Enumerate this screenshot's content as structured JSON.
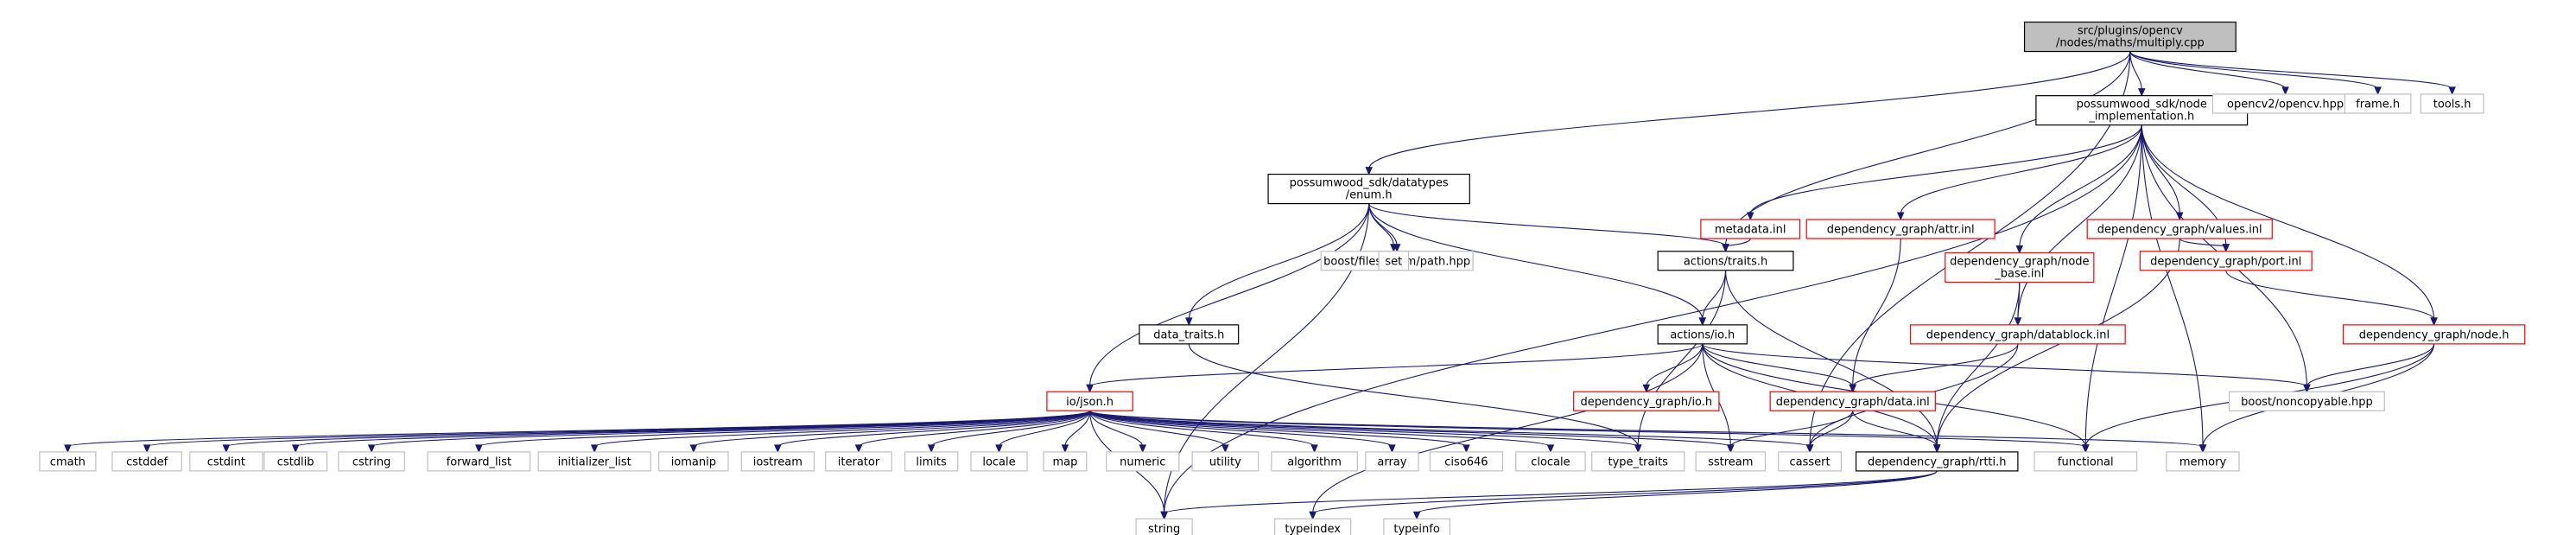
{
  "colors": {
    "edge": "#191970",
    "root_fill": "#bfbfbf",
    "border_black": "#000000",
    "border_red": "#ff0000",
    "border_grey": "#bfbfbf",
    "text_black": "#000000",
    "text_grey": "#404040"
  },
  "nodes": [
    {
      "id": "root",
      "lines": [
        "src/plugins/opencv",
        "/nodes/maths/multiply.cpp"
      ],
      "style": "root"
    },
    {
      "id": "node_impl",
      "lines": [
        "possumwood_sdk/node",
        "_implementation.h"
      ],
      "style": "black"
    },
    {
      "id": "opencv_hpp",
      "lines": [
        "opencv2/opencv.hpp"
      ],
      "style": "grey"
    },
    {
      "id": "frame_h",
      "lines": [
        "frame.h"
      ],
      "style": "grey"
    },
    {
      "id": "tools_h",
      "lines": [
        "tools.h"
      ],
      "style": "grey"
    },
    {
      "id": "enum_h",
      "lines": [
        "possumwood_sdk/datatypes",
        "/enum.h"
      ],
      "style": "black"
    },
    {
      "id": "metadata_inl",
      "lines": [
        "metadata.inl"
      ],
      "style": "red"
    },
    {
      "id": "attr_inl",
      "lines": [
        "dependency_graph/attr.inl"
      ],
      "style": "red"
    },
    {
      "id": "values_inl",
      "lines": [
        "dependency_graph/values.inl"
      ],
      "style": "red"
    },
    {
      "id": "fs_path",
      "lines": [
        "boost/filesystem/path.hpp"
      ],
      "style": "grey"
    },
    {
      "id": "set",
      "lines": [
        "set"
      ],
      "style": "grey"
    },
    {
      "id": "traits_h",
      "lines": [
        "actions/traits.h"
      ],
      "style": "black"
    },
    {
      "id": "node_base_inl",
      "lines": [
        "dependency_graph/node",
        "_base.inl"
      ],
      "style": "red"
    },
    {
      "id": "port_inl",
      "lines": [
        "dependency_graph/port.inl"
      ],
      "style": "red"
    },
    {
      "id": "data_traits_h",
      "lines": [
        "data_traits.h"
      ],
      "style": "black"
    },
    {
      "id": "io_h",
      "lines": [
        "actions/io.h"
      ],
      "style": "black"
    },
    {
      "id": "datablock_inl",
      "lines": [
        "dependency_graph/datablock.inl"
      ],
      "style": "red"
    },
    {
      "id": "node_h",
      "lines": [
        "dependency_graph/node.h"
      ],
      "style": "red"
    },
    {
      "id": "json_h",
      "lines": [
        "io/json.h"
      ],
      "style": "red"
    },
    {
      "id": "dg_io_h",
      "lines": [
        "dependency_graph/io.h"
      ],
      "style": "red"
    },
    {
      "id": "data_inl",
      "lines": [
        "dependency_graph/data.inl"
      ],
      "style": "red"
    },
    {
      "id": "noncopyable",
      "lines": [
        "boost/noncopyable.hpp"
      ],
      "style": "grey"
    },
    {
      "id": "cmath",
      "lines": [
        "cmath"
      ],
      "style": "grey"
    },
    {
      "id": "cstddef",
      "lines": [
        "cstddef"
      ],
      "style": "grey"
    },
    {
      "id": "cstdint",
      "lines": [
        "cstdint"
      ],
      "style": "grey"
    },
    {
      "id": "cstdlib",
      "lines": [
        "cstdlib"
      ],
      "style": "grey"
    },
    {
      "id": "cstring",
      "lines": [
        "cstring"
      ],
      "style": "grey"
    },
    {
      "id": "forward_list",
      "lines": [
        "forward_list"
      ],
      "style": "grey"
    },
    {
      "id": "initializer_list",
      "lines": [
        "initializer_list"
      ],
      "style": "grey"
    },
    {
      "id": "iomanip",
      "lines": [
        "iomanip"
      ],
      "style": "grey"
    },
    {
      "id": "iostream",
      "lines": [
        "iostream"
      ],
      "style": "grey"
    },
    {
      "id": "iterator",
      "lines": [
        "iterator"
      ],
      "style": "grey"
    },
    {
      "id": "limits",
      "lines": [
        "limits"
      ],
      "style": "grey"
    },
    {
      "id": "locale",
      "lines": [
        "locale"
      ],
      "style": "grey"
    },
    {
      "id": "map",
      "lines": [
        "map"
      ],
      "style": "grey"
    },
    {
      "id": "numeric",
      "lines": [
        "numeric"
      ],
      "style": "grey"
    },
    {
      "id": "utility",
      "lines": [
        "utility"
      ],
      "style": "grey"
    },
    {
      "id": "algorithm",
      "lines": [
        "algorithm"
      ],
      "style": "grey"
    },
    {
      "id": "array",
      "lines": [
        "array"
      ],
      "style": "grey"
    },
    {
      "id": "ciso646",
      "lines": [
        "ciso646"
      ],
      "style": "grey"
    },
    {
      "id": "clocale",
      "lines": [
        "clocale"
      ],
      "style": "grey"
    },
    {
      "id": "type_traits",
      "lines": [
        "type_traits"
      ],
      "style": "grey"
    },
    {
      "id": "sstream",
      "lines": [
        "sstream"
      ],
      "style": "grey"
    },
    {
      "id": "cassert",
      "lines": [
        "cassert"
      ],
      "style": "grey"
    },
    {
      "id": "rtti_h",
      "lines": [
        "dependency_graph/rtti.h"
      ],
      "style": "black"
    },
    {
      "id": "functional",
      "lines": [
        "functional"
      ],
      "style": "grey"
    },
    {
      "id": "memory",
      "lines": [
        "memory"
      ],
      "style": "grey"
    },
    {
      "id": "string",
      "lines": [
        "string"
      ],
      "style": "grey"
    },
    {
      "id": "typeindex",
      "lines": [
        "typeindex"
      ],
      "style": "grey"
    },
    {
      "id": "typeinfo",
      "lines": [
        "typeinfo"
      ],
      "style": "grey"
    }
  ],
  "edges": [
    [
      "root",
      "node_impl"
    ],
    [
      "root",
      "opencv_hpp"
    ],
    [
      "root",
      "frame_h"
    ],
    [
      "root",
      "tools_h"
    ],
    [
      "root",
      "enum_h"
    ],
    [
      "root",
      "traits_h"
    ],
    [
      "root",
      "cassert"
    ],
    [
      "node_impl",
      "metadata_inl"
    ],
    [
      "node_impl",
      "attr_inl"
    ],
    [
      "node_impl",
      "node_base_inl"
    ],
    [
      "node_impl",
      "values_inl"
    ],
    [
      "node_impl",
      "port_inl"
    ],
    [
      "node_impl",
      "datablock_inl"
    ],
    [
      "node_impl",
      "node_h"
    ],
    [
      "node_impl",
      "noncopyable"
    ],
    [
      "node_impl",
      "functional"
    ],
    [
      "node_impl",
      "memory"
    ],
    [
      "node_impl",
      "string"
    ],
    [
      "enum_h",
      "fs_path"
    ],
    [
      "enum_h",
      "set"
    ],
    [
      "enum_h",
      "traits_h"
    ],
    [
      "enum_h",
      "data_traits_h"
    ],
    [
      "enum_h",
      "io_h"
    ],
    [
      "enum_h",
      "json_h"
    ],
    [
      "enum_h",
      "string"
    ],
    [
      "metadata_inl",
      "traits_h"
    ],
    [
      "attr_inl",
      "data_inl"
    ],
    [
      "values_inl",
      "port_inl"
    ],
    [
      "values_inl",
      "rtti_h"
    ],
    [
      "traits_h",
      "io_h"
    ],
    [
      "traits_h",
      "type_traits"
    ],
    [
      "traits_h",
      "rtti_h"
    ],
    [
      "node_base_inl",
      "datablock_inl"
    ],
    [
      "node_base_inl",
      "rtti_h"
    ],
    [
      "port_inl",
      "node_h"
    ],
    [
      "data_traits_h",
      "type_traits"
    ],
    [
      "io_h",
      "json_h"
    ],
    [
      "io_h",
      "dg_io_h"
    ],
    [
      "io_h",
      "data_inl"
    ],
    [
      "io_h",
      "noncopyable"
    ],
    [
      "io_h",
      "functional"
    ],
    [
      "io_h",
      "sstream"
    ],
    [
      "io_h",
      "rtti_h"
    ],
    [
      "io_h",
      "typeindex"
    ],
    [
      "datablock_inl",
      "data_inl"
    ],
    [
      "datablock_inl",
      "cassert"
    ],
    [
      "node_h",
      "noncopyable"
    ],
    [
      "node_h",
      "functional"
    ],
    [
      "node_h",
      "memory"
    ],
    [
      "json_h",
      "cmath"
    ],
    [
      "json_h",
      "cstddef"
    ],
    [
      "json_h",
      "cstdint"
    ],
    [
      "json_h",
      "cstdlib"
    ],
    [
      "json_h",
      "cstring"
    ],
    [
      "json_h",
      "forward_list"
    ],
    [
      "json_h",
      "initializer_list"
    ],
    [
      "json_h",
      "iomanip"
    ],
    [
      "json_h",
      "iostream"
    ],
    [
      "json_h",
      "iterator"
    ],
    [
      "json_h",
      "limits"
    ],
    [
      "json_h",
      "locale"
    ],
    [
      "json_h",
      "map"
    ],
    [
      "json_h",
      "numeric"
    ],
    [
      "json_h",
      "utility"
    ],
    [
      "json_h",
      "algorithm"
    ],
    [
      "json_h",
      "array"
    ],
    [
      "json_h",
      "ciso646"
    ],
    [
      "json_h",
      "clocale"
    ],
    [
      "json_h",
      "type_traits"
    ],
    [
      "json_h",
      "sstream"
    ],
    [
      "json_h",
      "cassert"
    ],
    [
      "json_h",
      "functional"
    ],
    [
      "json_h",
      "memory"
    ],
    [
      "json_h",
      "string"
    ],
    [
      "data_inl",
      "sstream"
    ],
    [
      "data_inl",
      "cassert"
    ],
    [
      "data_inl",
      "rtti_h"
    ],
    [
      "rtti_h",
      "string"
    ],
    [
      "rtti_h",
      "typeindex"
    ],
    [
      "rtti_h",
      "typeinfo"
    ]
  ]
}
